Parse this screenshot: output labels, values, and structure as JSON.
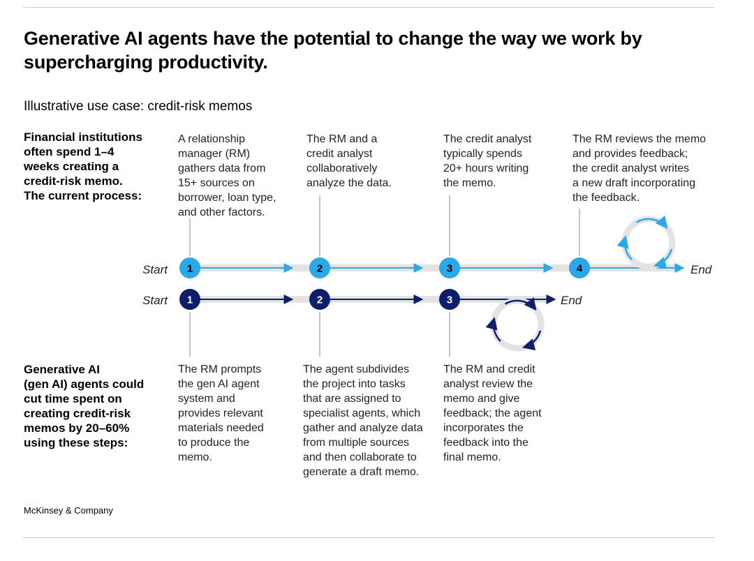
{
  "title": "Generative AI agents have the potential to change the way we work by supercharging productivity.",
  "subtitle": "Illustrative use case: credit-risk memos",
  "current_process": {
    "label": "Financial institutions\noften spend 1–4\nweeks creating a\ncredit-risk memo.\nThe current process:",
    "start_label": "Start",
    "end_label": "End",
    "steps": [
      {
        "number": "1",
        "text": "A relationship\nmanager (RM)\ngathers data from\n15+ sources on\nborrower, loan type,\nand other factors."
      },
      {
        "number": "2",
        "text": "The RM and a\ncredit analyst\ncollaboratively\nanalyze the data."
      },
      {
        "number": "3",
        "text": "The credit analyst\ntypically spends\n20+ hours writing\nthe memo."
      },
      {
        "number": "4",
        "text": "The RM reviews the memo\nand provides feedback;\nthe credit analyst writes\na new draft incorporating\nthe feedback."
      }
    ]
  },
  "gen_ai_process": {
    "label": "Generative AI\n(gen AI) agents could\ncut time spent on\ncreating credit-risk\nmemos by 20–60%\nusing these steps:",
    "start_label": "Start",
    "end_label": "End",
    "steps": [
      {
        "number": "1",
        "text": "The RM prompts\nthe gen AI agent\nsystem and\nprovides relevant\nmaterials needed\nto produce the\nmemo."
      },
      {
        "number": "2",
        "text": "The agent subdivides\nthe project into tasks\nthat are assigned to\nspecialist agents, which\ngather and analyze data\nfrom multiple sources\nand then collaborate to\ngenerate a draft memo."
      },
      {
        "number": "3",
        "text": "The RM and credit\nanalyst review the\nmemo and give\nfeedback; the agent\nincorporates the\nfeedback into the\nfinal memo."
      }
    ]
  },
  "source": "McKinsey & Company",
  "colors": {
    "current_accent": "#2aa8e8",
    "gen_ai_accent": "#0e1e6b",
    "track": "#e3e3e3",
    "connector": "#8a8a8a"
  }
}
